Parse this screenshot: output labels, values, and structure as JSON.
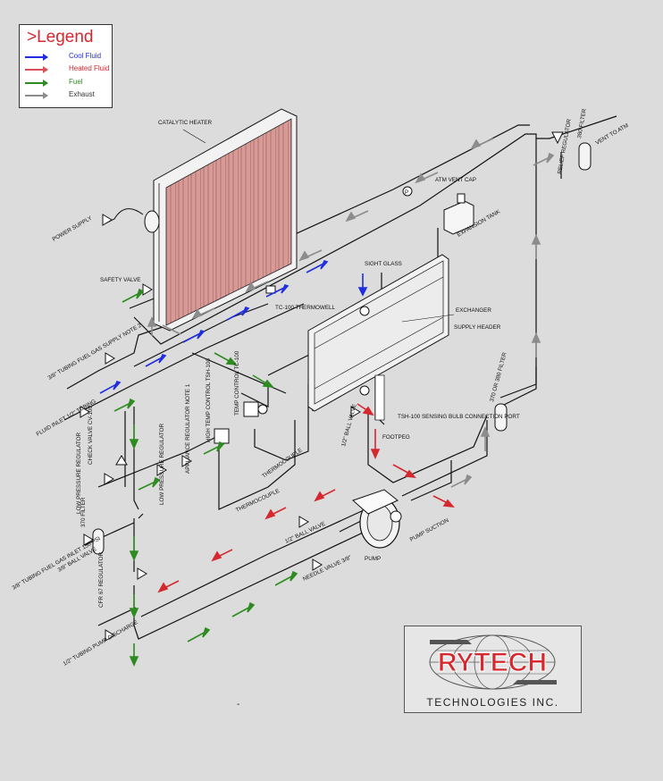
{
  "legend": {
    "title": ">Legend",
    "items": [
      {
        "label": "Cool Fluid",
        "color": "#1e2ee0"
      },
      {
        "label": "Heated Fluid",
        "color": "#d9505a"
      },
      {
        "label": "Fuel",
        "color": "#2e8b22"
      },
      {
        "label": "Exhaust",
        "color": "#8c8c8c"
      }
    ]
  },
  "labels": {
    "catalytic_heater": "CATALYTIC HEATER",
    "power_supply": "POWER SUPPLY",
    "safety_valve": "SAFETY VALVE",
    "fuel_gas_supply_2": "3/8\" TUBING FUEL GAS SUPPLY NOTE 2",
    "fluid_inlet": "FLUID INLET 1/2\" TUBING",
    "check_valve": "CHECK VALVE CV-100",
    "low_pressure_regulator": "LOW PRESSURE REGULATOR",
    "low_pressure_regulator_2": "LOW PRESSURE REGULATOR",
    "appliance_regulator": "APPLIANCE REGULATOR NOTE 1",
    "high_temp_control": "HIGH TEMP CONTROL TSH-100",
    "temp_control": "TEMP CONTROL TC-100",
    "thermocouple_1": "THERMOCOUPLE",
    "thermocouple_2": "THERMOCOUPLE",
    "tc_thermowell": "TC-100 THERMOWELL",
    "sight_glass": "SIGHT GLASS",
    "atm_vent_cap": "ATM VENT CAP",
    "expansion_tank": "EXPANSION TANK",
    "exchanger": "EXCHANGER",
    "supply_header": "SUPPLY HEADER",
    "tsh_sensing": "TSH-100 SENSING BULB CONNECTION PORT",
    "footpeg": "FOOTPEG",
    "ball_valve_half_1": "1/2\" BALL VALVE",
    "ball_valve_half_2": "1/2\" BALL VALVE",
    "needle_valve": "NEEDLE VALVE 3/8\"",
    "pump": "PUMP",
    "pump_suction": "PUMP SUCTION",
    "filter_370": "370 FILTER",
    "fuel_gas_inlet": "3/8\" TUBING FUEL GAS INLET 150 PSI",
    "ball_valve_38": "3/8\" BALL VALVE",
    "cfr_regulator": "CFR 67 REGULATOR",
    "pump_discharge": "1/2\" TUBING PUMP DISCHARGE",
    "filter_370_380": "370 OR 380 FILTER",
    "filter_380": "380 FILTER",
    "relief_regulator": "RELIEF REGULATOR",
    "vent_to_atm": "VENT TO ATM",
    "gauge_p": "P"
  },
  "logo": {
    "name": "RYTECH",
    "subtitle": "TECHNOLOGIES INC.",
    "color": "#d5282f"
  },
  "footnote": "-"
}
